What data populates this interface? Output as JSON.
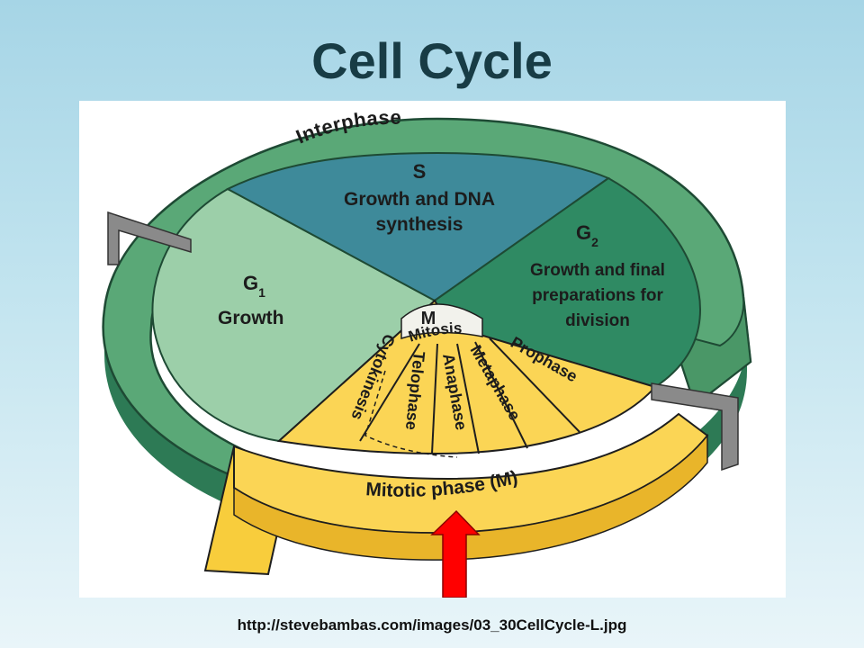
{
  "slide": {
    "title": "Cell Cycle",
    "source_caption": "http://stevebambas.com/images/03_30CellCycle-L.jpg"
  },
  "diagram": {
    "interphase_label": "Interphase",
    "mitotic_phase_label": "Mitotic phase (M)",
    "s_phase": {
      "title": "S",
      "line1": "Growth and DNA",
      "line2": "synthesis"
    },
    "g1_phase": {
      "title": "G",
      "subscript": "1",
      "desc": "Growth"
    },
    "g2_phase": {
      "title": "G",
      "subscript": "2",
      "line1": "Growth and final",
      "line2": "preparations for",
      "line3": "division"
    },
    "m_center": "M",
    "mitosis_label": "Mitosis",
    "stages": [
      "Cytokinesis",
      "Telophase",
      "Anaphase",
      "Metaphase",
      "Prophase"
    ]
  },
  "colors": {
    "interphase_arrow": "#5aa877",
    "s_sector": "#3e8a9a",
    "g1_sector": "#9ccfa9",
    "g2_sector": "#2f8a63",
    "mitotic": "#fbd555",
    "indicator_arrow": "#ff0000"
  },
  "icons": {
    "indicator": "red-up-arrow",
    "brackets": "gray-phase-bracket"
  }
}
